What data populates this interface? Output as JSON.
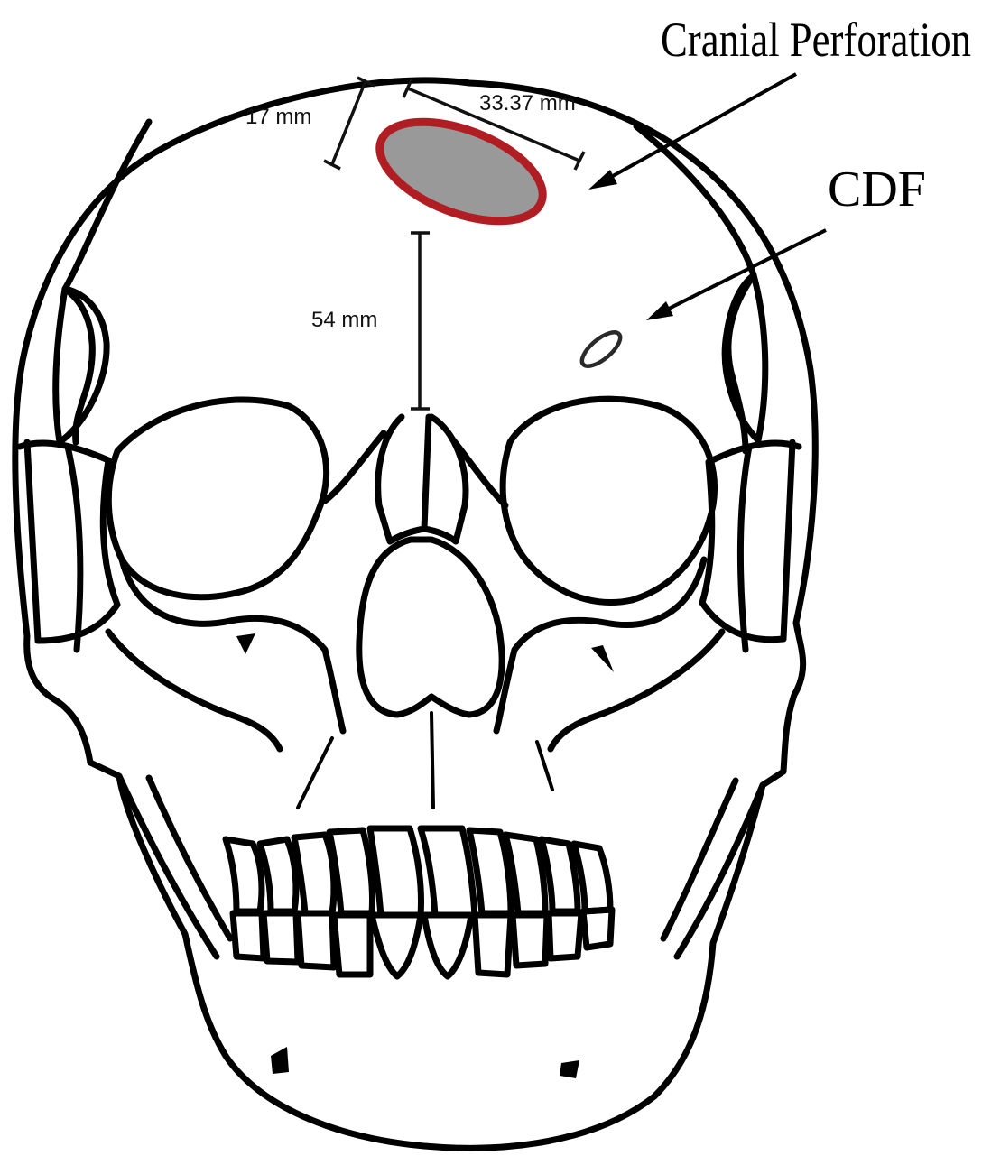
{
  "labels": {
    "cranial_perforation": "Cranial Perforation",
    "cdf": "CDF"
  },
  "measurements": {
    "perforation_length": "33.37 mm",
    "perforation_width": "17 mm",
    "height_above_nasion": "54 mm"
  },
  "colors": {
    "perforation_rim": "#b01e23",
    "perforation_fill": "#999999",
    "outline": "#000000",
    "background": "#ffffff"
  }
}
